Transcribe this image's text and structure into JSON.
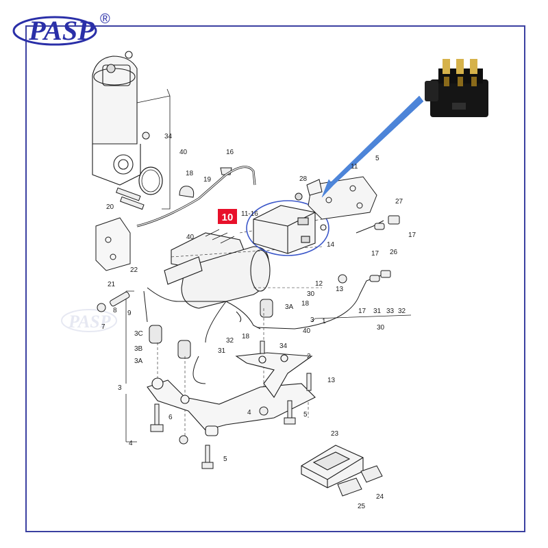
{
  "brand": {
    "logo_text": "PASP",
    "registered": "®",
    "color": "#2a2fa8",
    "watermark_color": "#cfd3e6"
  },
  "diagram": {
    "frame_color": "#3a3fa0",
    "line_color": "#1a1a1a",
    "highlight_color": "#e8102a",
    "circle_color": "#3b57c9",
    "arrow_color": "#3d78d8",
    "highlighted_part": "10",
    "labels": [
      "34",
      "40",
      "16",
      "18",
      "19",
      "28",
      "11",
      "5",
      "20",
      "11-16",
      "27",
      "14",
      "17",
      "40",
      "22",
      "21",
      "17",
      "26",
      "12",
      "13",
      "30",
      "18",
      "3A",
      "8",
      "7",
      "9",
      "3C",
      "3B",
      "3A",
      "32",
      "31",
      "34",
      "2",
      "17",
      "31",
      "33",
      "32",
      "30",
      "18",
      "13",
      "3",
      "1",
      "40",
      "3",
      "4",
      "6",
      "5",
      "5",
      "4",
      "23",
      "24",
      "25"
    ]
  }
}
